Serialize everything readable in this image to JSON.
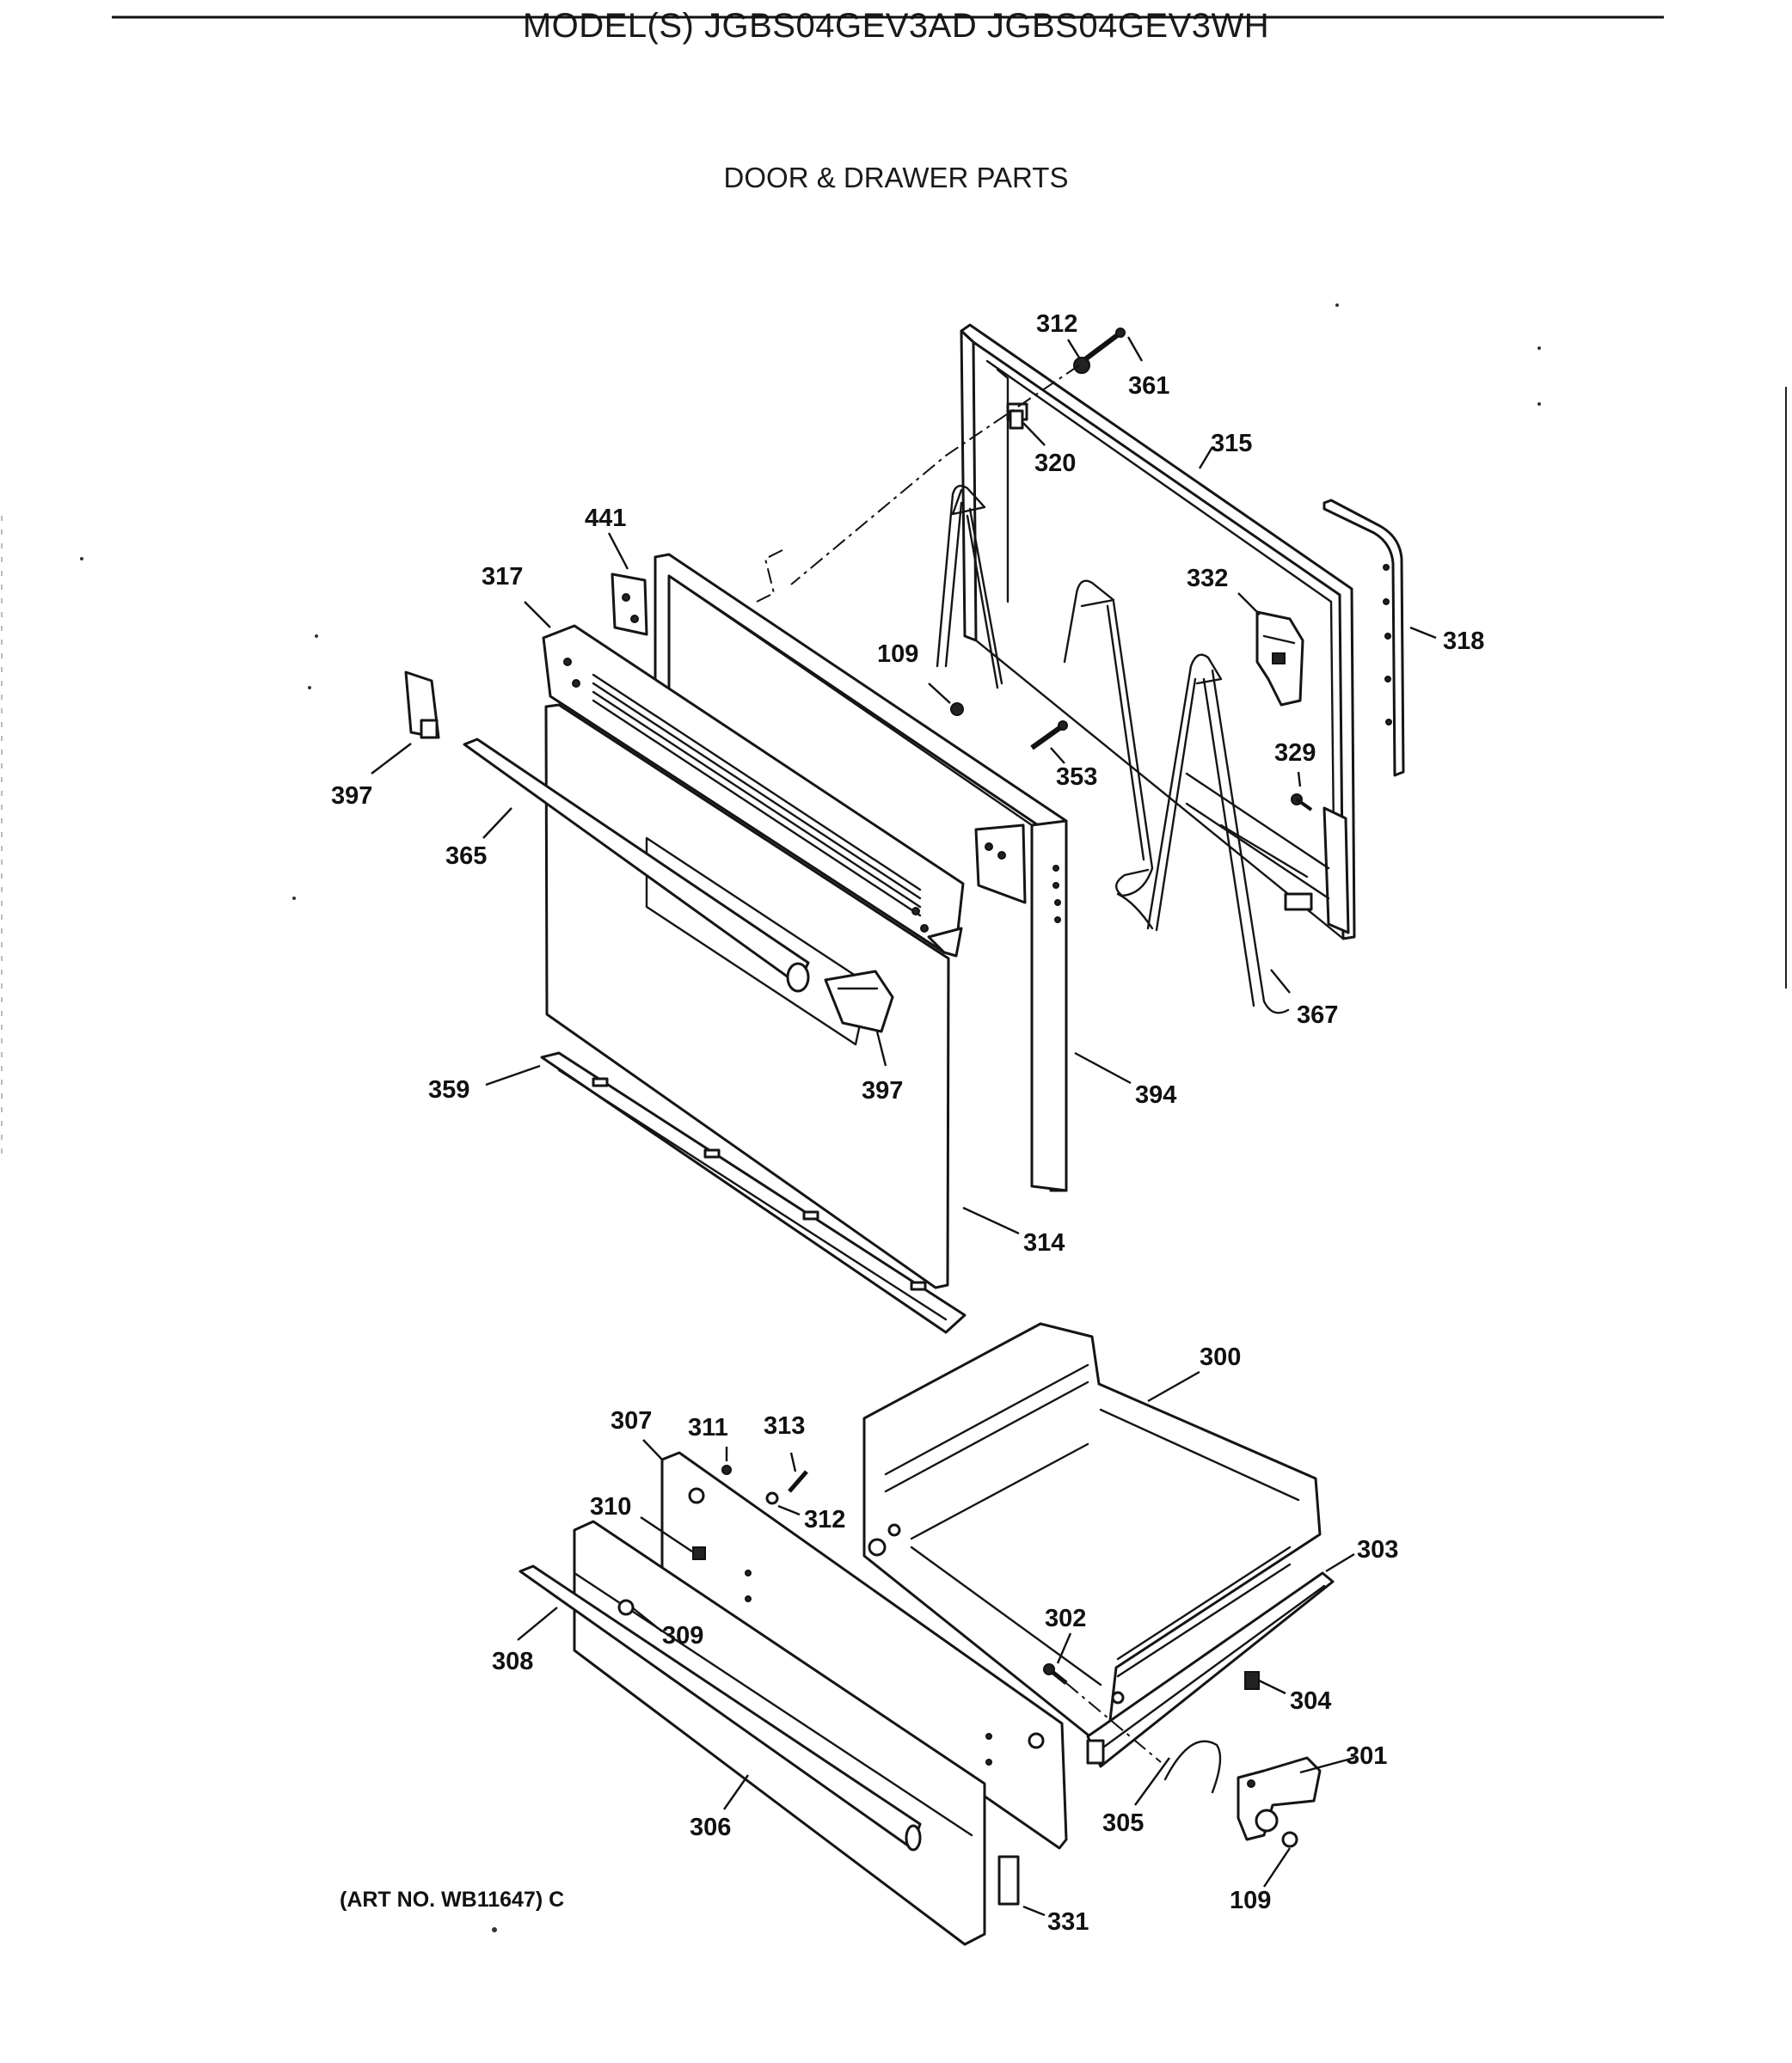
{
  "header": {
    "model": "MODEL(S) JGBS04GEV3AD  JGBS04GEV3WH",
    "section": "DOOR & DRAWER PARTS"
  },
  "art_number": "(ART NO. WB11647) C",
  "callouts": {
    "c312_top": "312",
    "c361": "361",
    "c315": "315",
    "c320": "320",
    "c441": "441",
    "c317": "317",
    "c332": "332",
    "c318": "318",
    "c109_top": "109",
    "c329": "329",
    "c353": "353",
    "c397_left": "397",
    "c365": "365",
    "c367": "367",
    "c359": "359",
    "c397_handle": "397",
    "c394": "394",
    "c314": "314",
    "c300": "300",
    "c307": "307",
    "c311": "311",
    "c313": "313",
    "c310": "310",
    "c312_bottom": "312",
    "c303": "303",
    "c302": "302",
    "c309": "309",
    "c308": "308",
    "c304": "304",
    "c301": "301",
    "c306": "306",
    "c305": "305",
    "c109_bottom": "109",
    "c331": "331"
  }
}
